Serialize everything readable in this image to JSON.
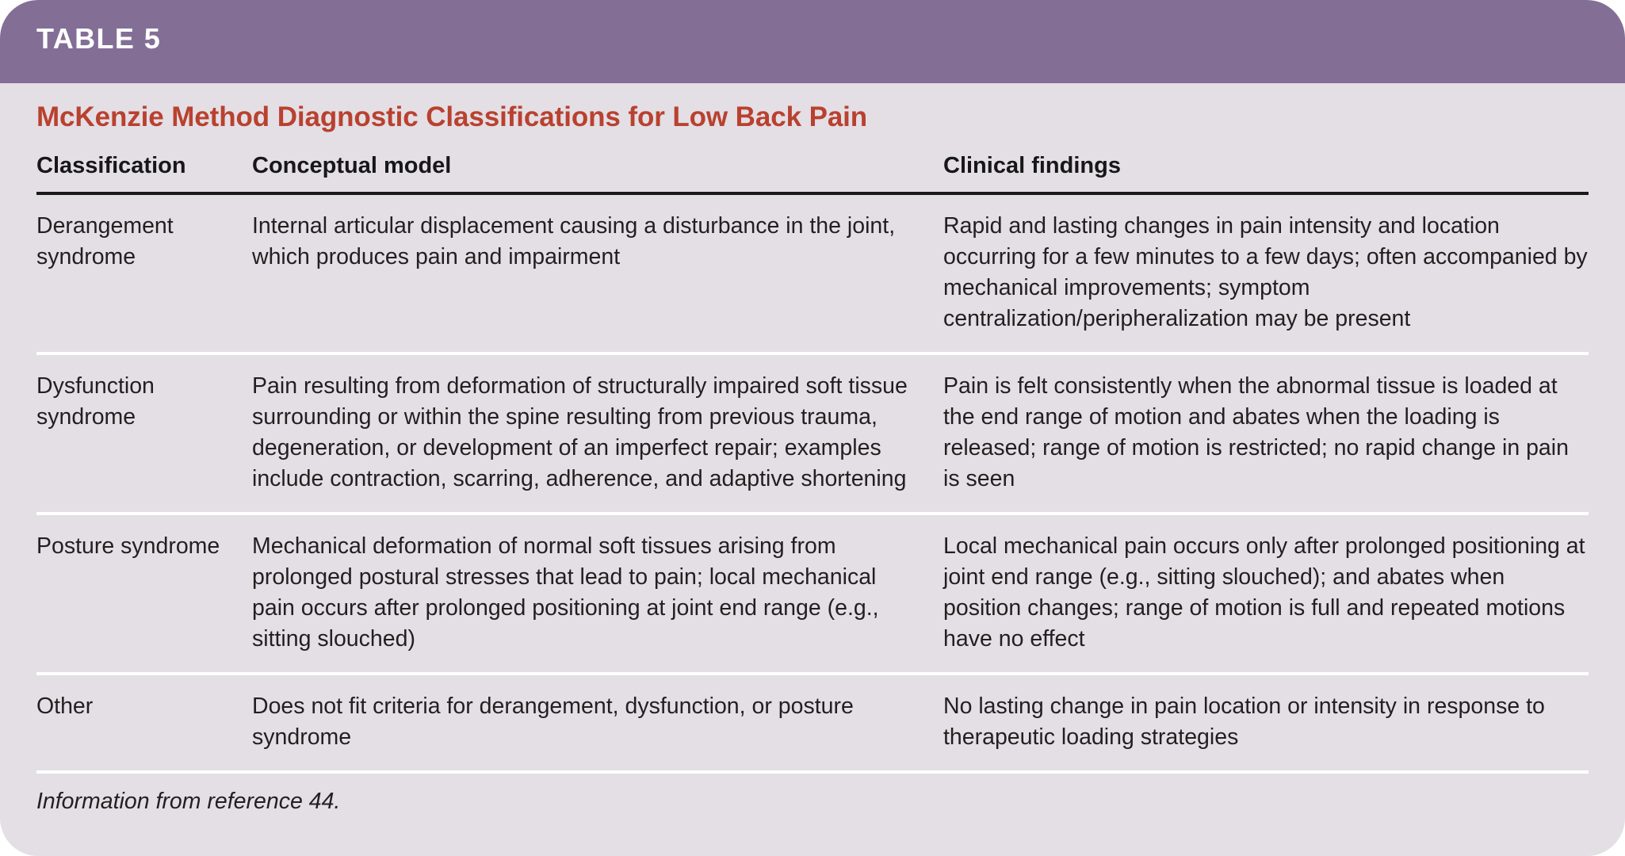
{
  "banner": {
    "label": "TABLE 5",
    "background_color": "#836f96",
    "text_color": "#ffffff"
  },
  "card": {
    "background_color": "#e3dfe5"
  },
  "title": {
    "text": "McKenzie Method Diagnostic Classifications for Low Back Pain",
    "color": "#b9412f"
  },
  "table": {
    "columns": [
      "Classification",
      "Conceptual model",
      "Clinical findings"
    ],
    "rows": [
      {
        "classification": "Derangement syndrome",
        "conceptual_model": "Internal articular displacement causing a disturbance in the joint, which produces pain and impairment",
        "clinical_findings": "Rapid and lasting changes in pain intensity and location occurring for a few minutes to a few days; often accompanied by mechanical improvements; symptom centralization/peripheralization may be present"
      },
      {
        "classification": "Dysfunction syndrome",
        "conceptual_model": "Pain resulting from deformation of structurally impaired soft tissue surrounding or within the spine resulting from previous trauma, degeneration, or development of an imperfect repair; examples include contraction, scarring, adherence, and adaptive shortening",
        "clinical_findings": "Pain is felt consistently when the abnormal tissue is loaded at the end range of motion and abates when the loading is released; range of motion is restricted; no rapid change in pain is seen"
      },
      {
        "classification": "Posture syndrome",
        "conceptual_model": "Mechanical deformation of normal soft tissues arising from prolonged postural stresses that lead to pain; local mechanical pain occurs after prolonged positioning at joint end range (e.g., sitting slouched)",
        "clinical_findings": "Local mechanical pain occurs only after prolonged positioning at joint end range (e.g., sitting slouched); and abates when position changes; range of motion is full and repeated motions have no effect"
      },
      {
        "classification": "Other",
        "conceptual_model": "Does not fit criteria for derangement, dysfunction, or posture syndrome",
        "clinical_findings": "No lasting change in pain location or intensity in response to therapeutic loading strategies"
      }
    ]
  },
  "footnote": {
    "text": "Information from reference 44."
  }
}
